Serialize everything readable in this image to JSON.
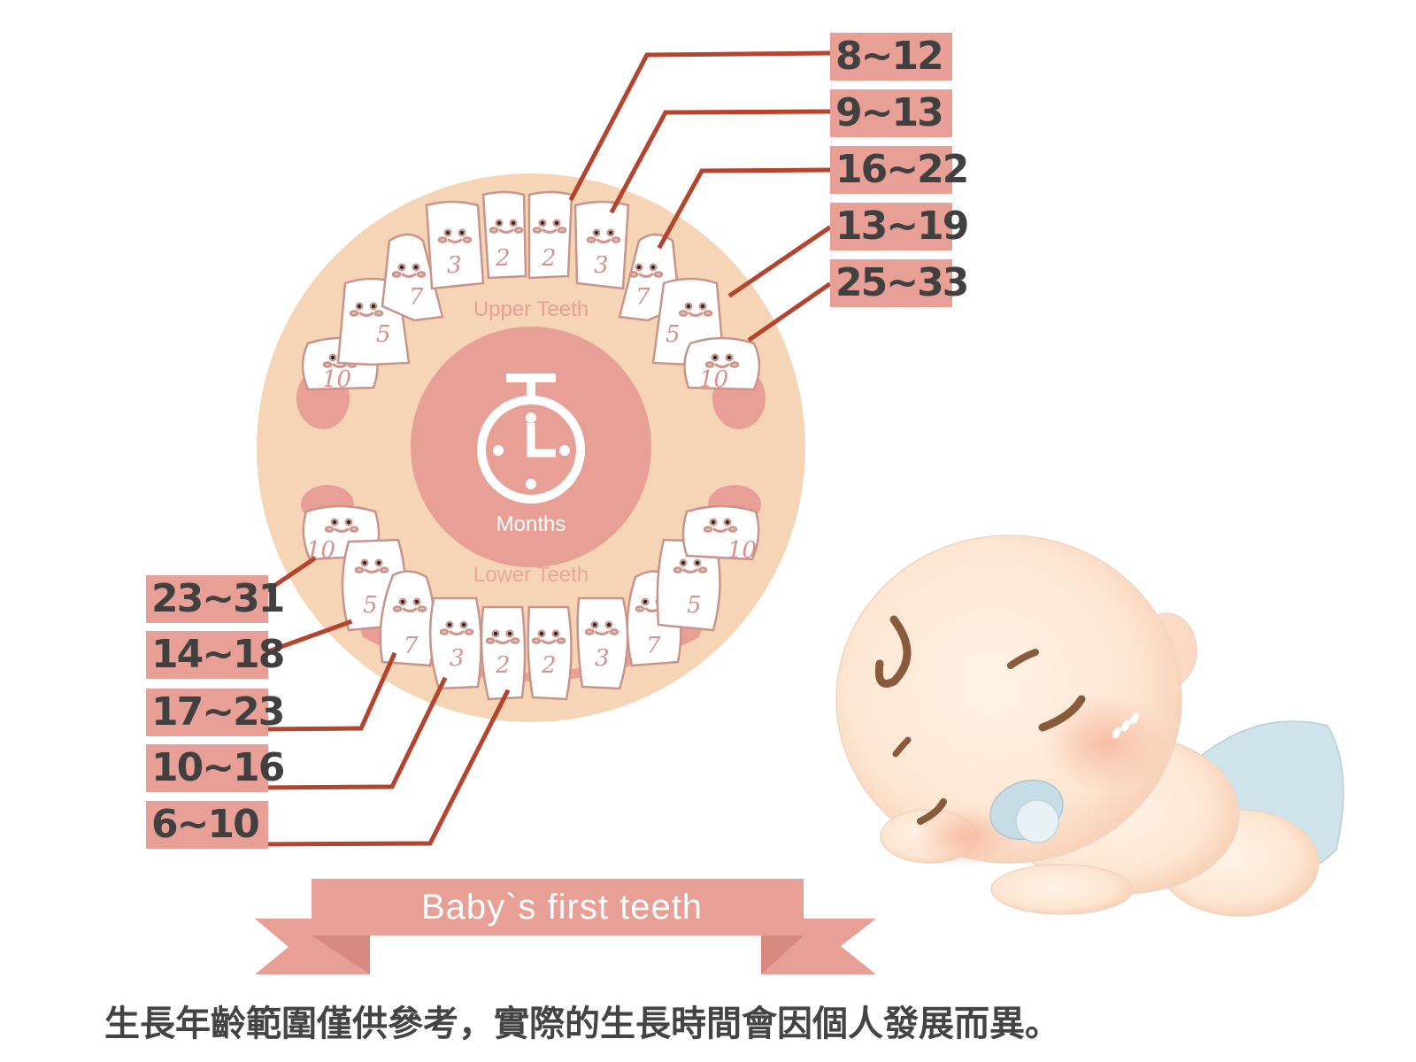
{
  "title": "Baby`s first teeth",
  "footnote": "生長年齡範圍僅供參考，實際的生長時間會因個人發展而異。",
  "center": {
    "icon": "stopwatch-icon",
    "unit_label": "Months",
    "upper_label": "Upper Teeth",
    "lower_label": "Lower Teeth"
  },
  "upper_teeth": {
    "tooth_numbers_left_to_right": [
      "10",
      "5",
      "7",
      "3",
      "2",
      "2",
      "3",
      "7",
      "5",
      "10"
    ],
    "ranges": [
      {
        "label": "8~12",
        "tooth": "central incisor (2)"
      },
      {
        "label": "9~13",
        "tooth": "lateral incisor (3)"
      },
      {
        "label": "16~22",
        "tooth": "canine (7)"
      },
      {
        "label": "13~19",
        "tooth": "first molar (5)"
      },
      {
        "label": "25~33",
        "tooth": "second molar (10)"
      }
    ]
  },
  "lower_teeth": {
    "tooth_numbers_left_to_right": [
      "10",
      "5",
      "7",
      "3",
      "2",
      "2",
      "3",
      "7",
      "5",
      "10"
    ],
    "ranges": [
      {
        "label": "23~31",
        "tooth": "second molar (10)"
      },
      {
        "label": "14~18",
        "tooth": "first molar (5)"
      },
      {
        "label": "17~23",
        "tooth": "canine (7)"
      },
      {
        "label": "10~16",
        "tooth": "lateral incisor (3)"
      },
      {
        "label": "6~10",
        "tooth": "central incisor (2)"
      }
    ]
  },
  "colors": {
    "outer_ring": "#f5d5b5",
    "inner_circle": "#e8a096",
    "gum": "#e8a096",
    "label_bg": "#e8a096",
    "line": "#b5432e",
    "text_dark": "#404040",
    "tooth_outline": "#c9948a"
  },
  "illustration": "sleeping-baby-with-pacifier"
}
